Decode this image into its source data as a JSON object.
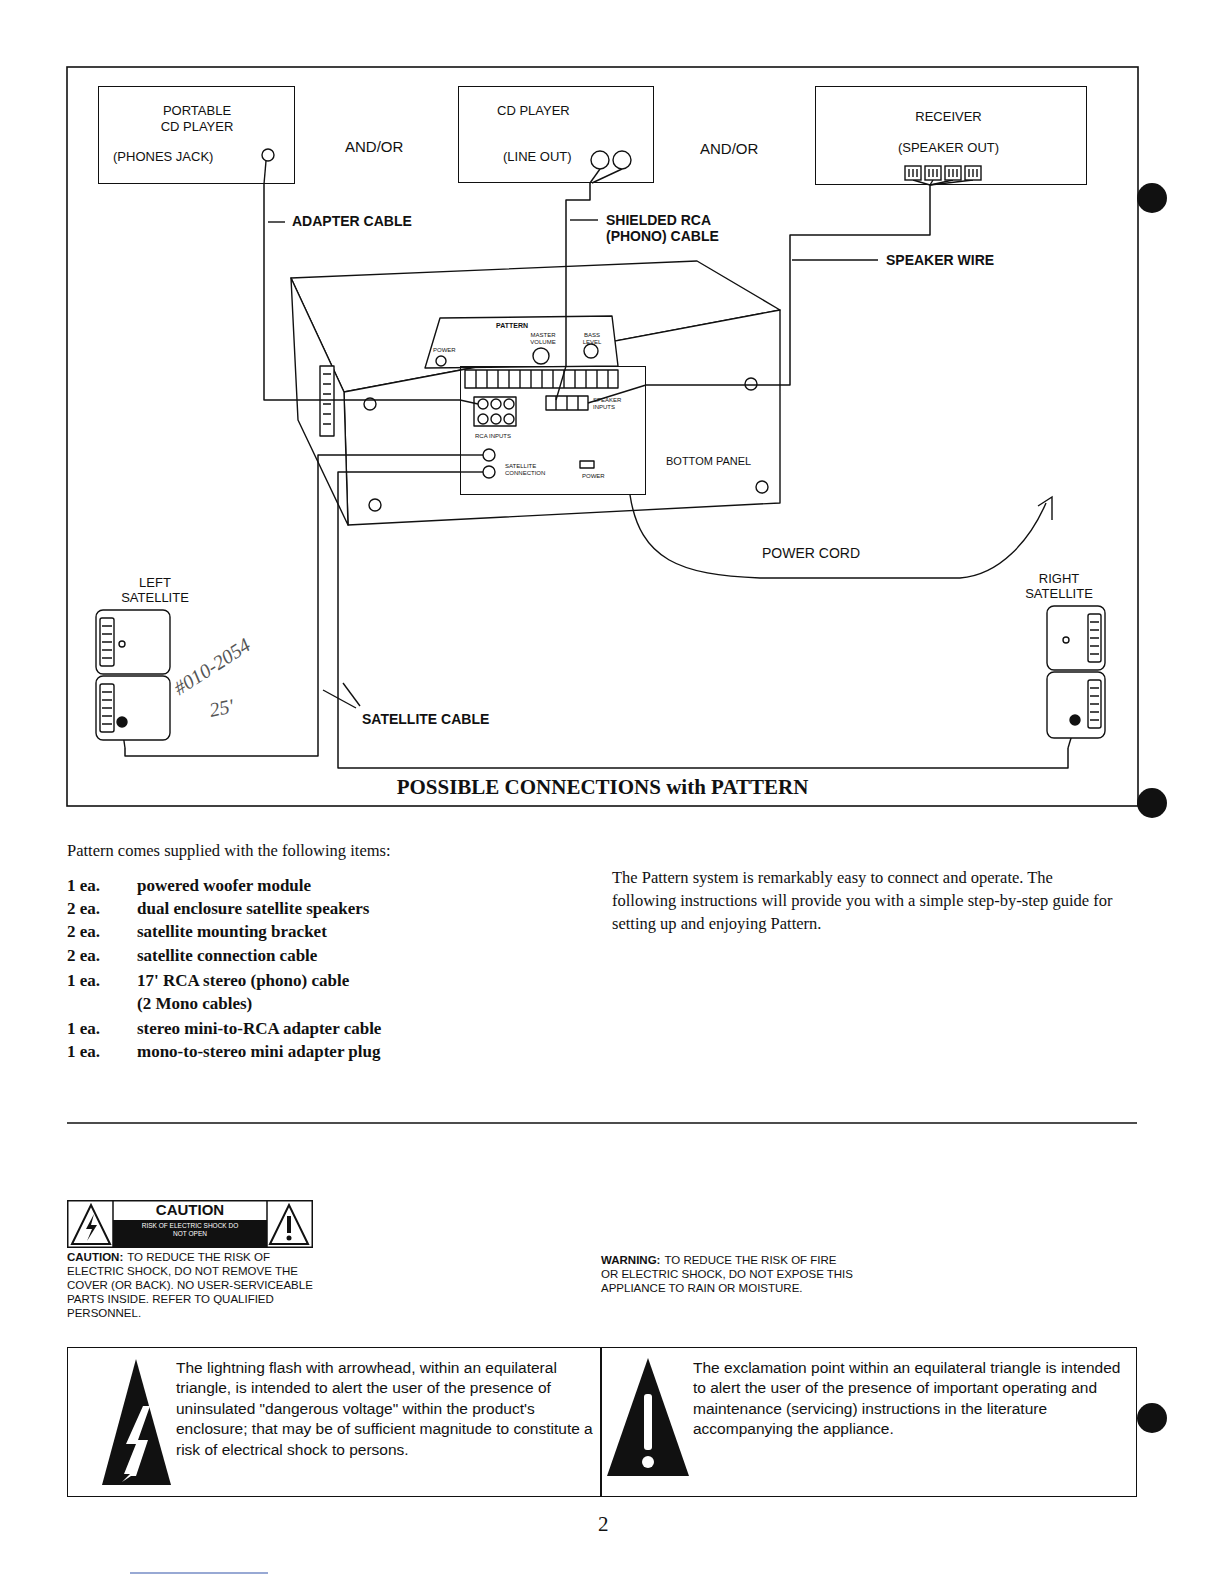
{
  "diagram": {
    "caption": "POSSIBLE CONNECTIONS with PATTERN",
    "nodes": [
      {
        "text": [
          "PORTABLE CD PLAYER",
          "(PHONES JACK)"
        ]
      },
      {
        "text": [
          "CD PLAYER",
          "(LINE OUT)"
        ]
      },
      {
        "text": [
          "RECEIVER",
          "(SPEAKER OUT)"
        ]
      },
      {
        "text": [
          "PATTERN",
          "POWER",
          "MASTER VOLUME",
          "BASS LEVEL",
          "SPEAKER INPUTS",
          "RCA INPUTS",
          "SATELLITE CONNECTION",
          "POWER",
          "BOTTOM PANEL"
        ]
      },
      {
        "text": [
          "LEFT SATELLITE"
        ]
      },
      {
        "text": [
          "RIGHT SATELLITE"
        ]
      },
      {
        "text": [
          "CAUTION",
          "RISK OF ELECTRIC SHOCK DO NOT OPEN"
        ]
      },
      {
        "text": [
          "The lightning flash with arrowhead, within an equilateral triangle, is intended to alert the user of the presence of uninsulated \"dangerous voltage\" within the product's enclosure; that may be of sufficient magnitude to constitute a risk of electrical shock to persons."
        ]
      },
      {
        "text": [
          "The exclamation point within an equilateral triangle is intended to alert the user of the presence of important operating and maintenance (servicing) instructions in the literature accompanying the appliance."
        ]
      }
    ],
    "edges": [
      {
        "from": 0,
        "to": 3,
        "label": "ADAPTER CABLE",
        "arrow": "none"
      },
      {
        "from": 1,
        "to": 3,
        "label": "SHIELDED RCA (PHONO) CABLE",
        "arrow": "none"
      },
      {
        "from": 2,
        "to": 3,
        "label": "SPEAKER WIRE",
        "arrow": "none"
      },
      {
        "from": 3,
        "to": 4,
        "label": "SATELLITE CABLE",
        "arrow": "none"
      },
      {
        "from": 3,
        "to": 5,
        "arrow": "none"
      }
    ],
    "labels": [
      "AND/OR",
      "AND/OR",
      "POWER CORD",
      "#010-2054",
      "25'",
      "Pattern comes supplied with the following items:",
      "1 ea.",
      "powered woofer module",
      "2 ea.",
      "dual enclosure satellite speakers",
      "2 ea.",
      "satellite mounting bracket",
      "2 ea.",
      "satellite connection cable",
      "1 ea.",
      "17' RCA stereo (phono) cable",
      "(2 Mono cables)",
      "1 ea.",
      "stereo mini-to-RCA adapter cable",
      "1 ea.",
      "mono-to-stereo mini adapter plug",
      "The Pattern system is remarkably easy to connect and operate. The following instructions will provide you with a simple step-by-step guide for setting up and enjoying Pattern.",
      "CAUTION:",
      "TO REDUCE THE RISK OF ELECTRIC SHOCK, DO NOT REMOVE THE COVER (OR BACK). NO USER-SERVICEABLE PARTS INSIDE. REFER TO QUALIFIED PERSONNEL.",
      "WARNING:",
      "TO REDUCE THE RISK OF FIRE OR ELECTRIC SHOCK, DO NOT EXPOSE THIS APPLIANCE TO RAIN OR MOISTURE.",
      "2"
    ]
  }
}
